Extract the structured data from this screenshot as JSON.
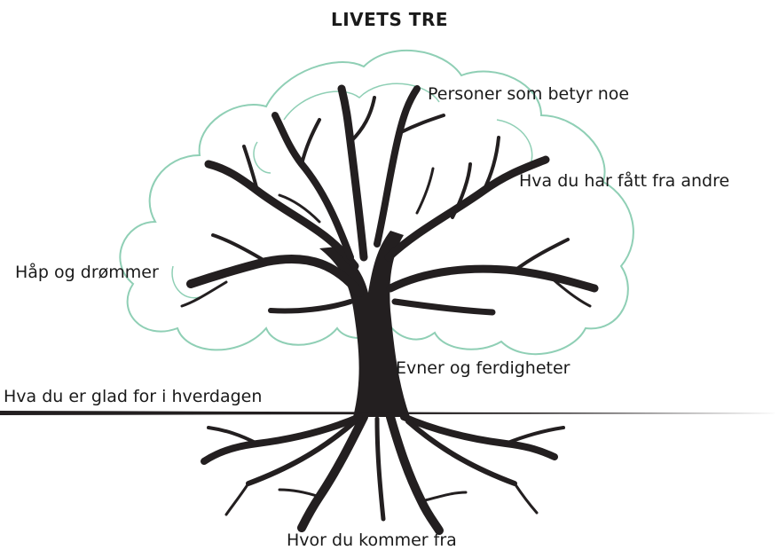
{
  "title": "LIVETS TRE",
  "labels": {
    "people": "Personer som betyr noe",
    "gifts": "Hva du har fått fra andre",
    "dreams": "Håp og drømmer",
    "skills": "Evner og ferdigheter",
    "everyday": "Hva du er glad for i hverdagen",
    "origin": "Hvor du kommer fra"
  },
  "colors": {
    "crown_outline": "#8fcfb5",
    "tree": "#231f20",
    "ground": "#231f20",
    "text": "#1a1a1a"
  }
}
